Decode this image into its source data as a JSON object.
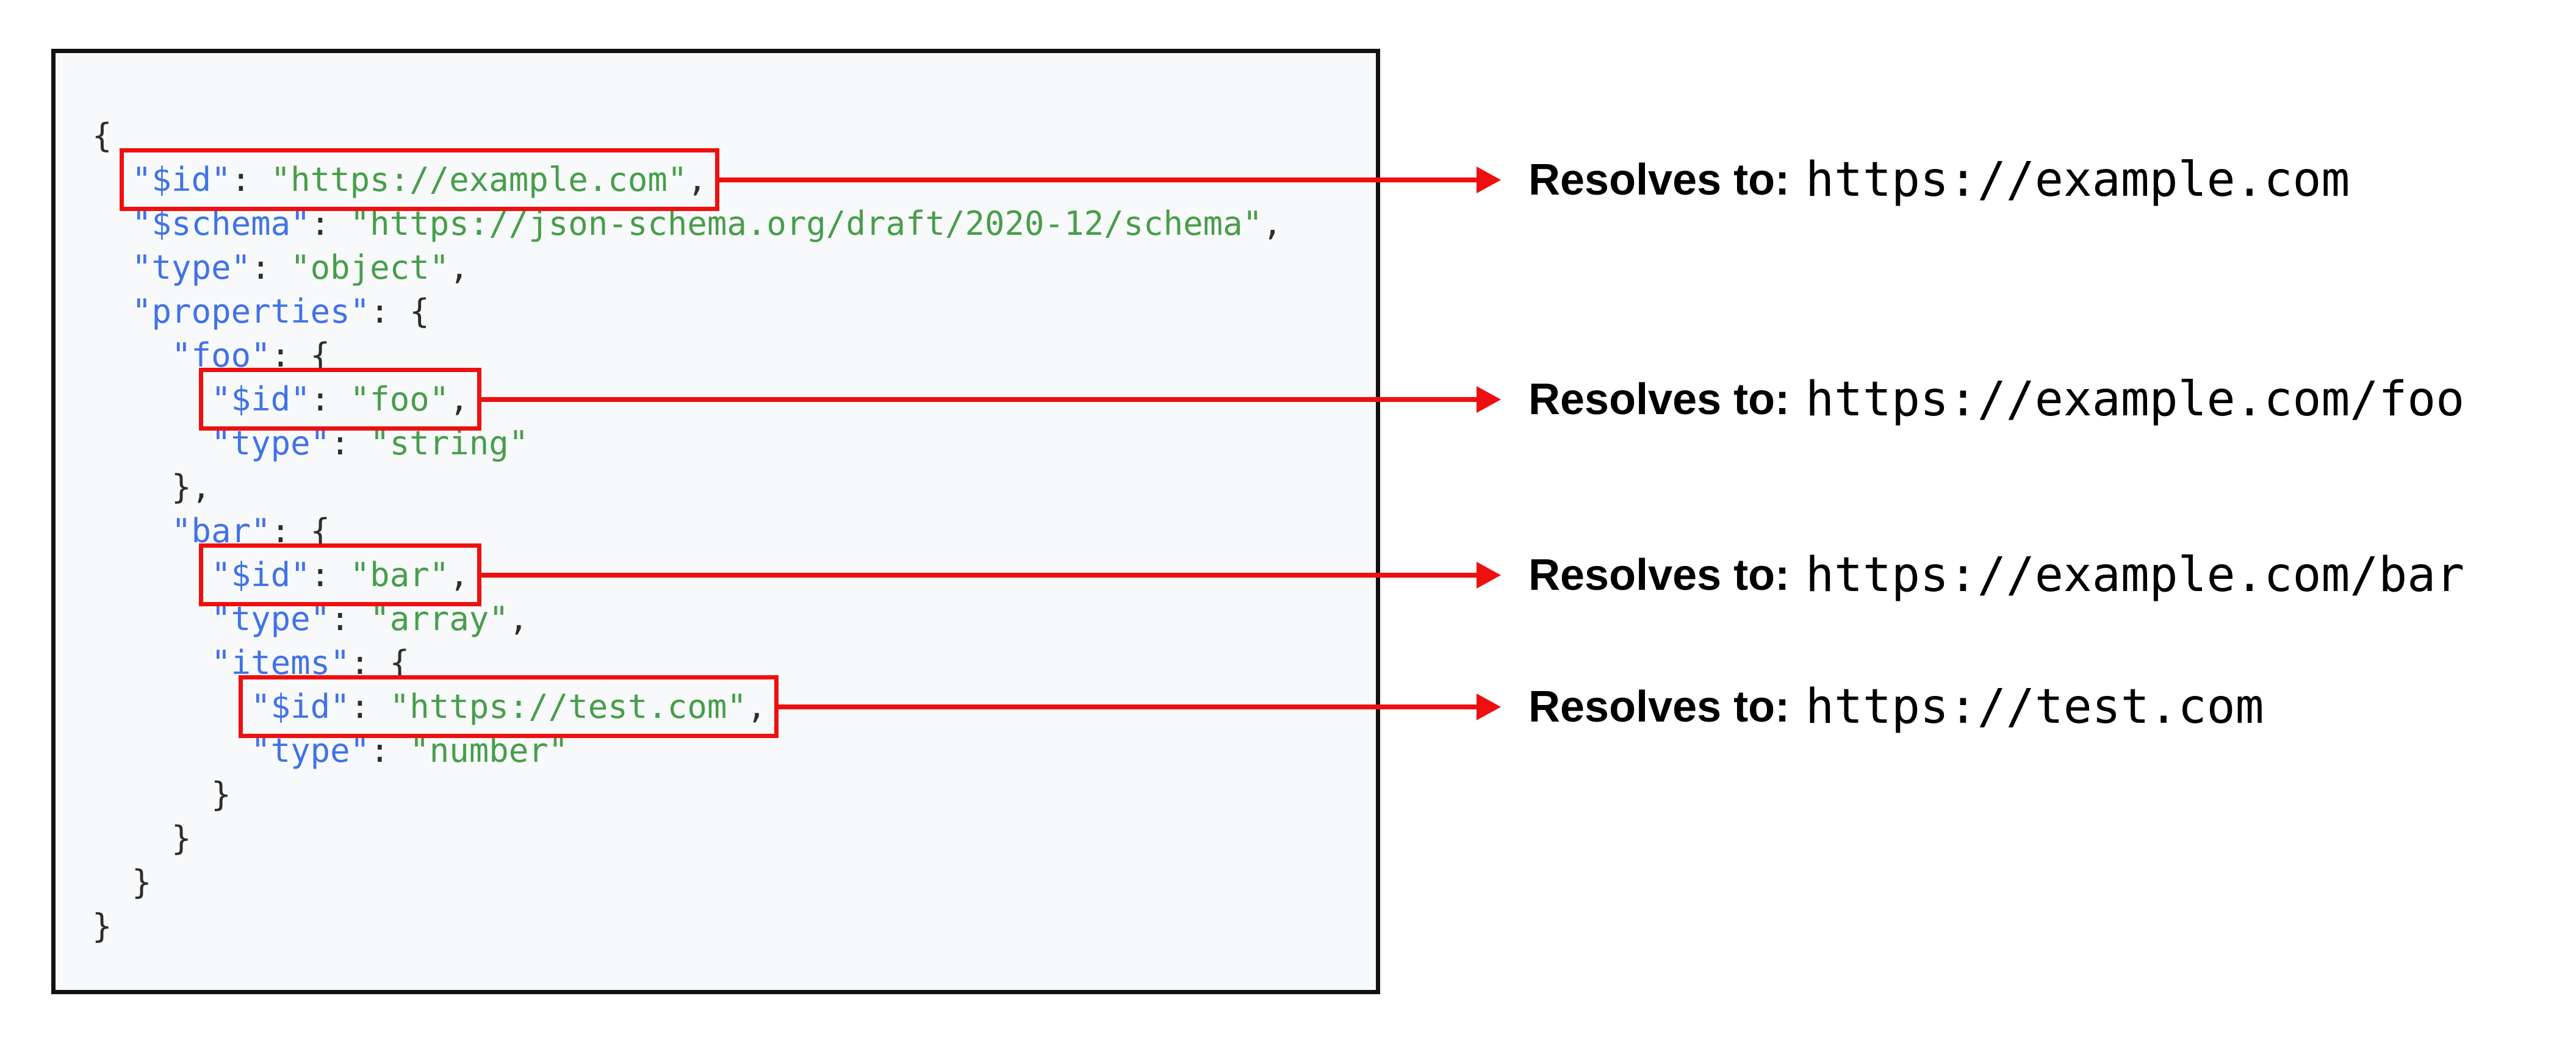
{
  "figure": {
    "description": "JSON Schema $id resolution figure",
    "code_language": "json",
    "colors": {
      "panel_bg": "#f8f9fa",
      "panel_border": "#111111",
      "key": "#4173e6",
      "string": "#479e4b",
      "punct": "#2d2d2d",
      "highlight_red": "#ee1010",
      "annotation_text": "#000000"
    },
    "code_lines": [
      {
        "indent": 0,
        "highlight": false,
        "tokens": [
          [
            "punct",
            "{"
          ]
        ]
      },
      {
        "indent": 1,
        "highlight": true,
        "tokens": [
          [
            "key",
            "\"$id\""
          ],
          [
            "punct",
            ": "
          ],
          [
            "string",
            "\"https://example.com\""
          ],
          [
            "punct",
            ","
          ]
        ]
      },
      {
        "indent": 1,
        "highlight": false,
        "tokens": [
          [
            "key",
            "\"$schema\""
          ],
          [
            "punct",
            ": "
          ],
          [
            "string",
            "\"https://json-schema.org/draft/2020-12/schema\""
          ],
          [
            "punct",
            ","
          ]
        ]
      },
      {
        "indent": 1,
        "highlight": false,
        "tokens": [
          [
            "key",
            "\"type\""
          ],
          [
            "punct",
            ": "
          ],
          [
            "string",
            "\"object\""
          ],
          [
            "punct",
            ","
          ]
        ]
      },
      {
        "indent": 1,
        "highlight": false,
        "tokens": [
          [
            "key",
            "\"properties\""
          ],
          [
            "punct",
            ": {"
          ]
        ]
      },
      {
        "indent": 2,
        "highlight": false,
        "tokens": [
          [
            "key",
            "\"foo\""
          ],
          [
            "punct",
            ": {"
          ]
        ]
      },
      {
        "indent": 3,
        "highlight": true,
        "tokens": [
          [
            "key",
            "\"$id\""
          ],
          [
            "punct",
            ": "
          ],
          [
            "string",
            "\"foo\""
          ],
          [
            "punct",
            ","
          ]
        ]
      },
      {
        "indent": 3,
        "highlight": false,
        "tokens": [
          [
            "key",
            "\"type\""
          ],
          [
            "punct",
            ": "
          ],
          [
            "string",
            "\"string\""
          ]
        ]
      },
      {
        "indent": 2,
        "highlight": false,
        "tokens": [
          [
            "punct",
            "},"
          ]
        ]
      },
      {
        "indent": 2,
        "highlight": false,
        "tokens": [
          [
            "key",
            "\"bar\""
          ],
          [
            "punct",
            ": {"
          ]
        ]
      },
      {
        "indent": 3,
        "highlight": true,
        "tokens": [
          [
            "key",
            "\"$id\""
          ],
          [
            "punct",
            ": "
          ],
          [
            "string",
            "\"bar\""
          ],
          [
            "punct",
            ","
          ]
        ]
      },
      {
        "indent": 3,
        "highlight": false,
        "tokens": [
          [
            "key",
            "\"type\""
          ],
          [
            "punct",
            ": "
          ],
          [
            "string",
            "\"array\""
          ],
          [
            "punct",
            ","
          ]
        ]
      },
      {
        "indent": 3,
        "highlight": false,
        "tokens": [
          [
            "key",
            "\"items\""
          ],
          [
            "punct",
            ": {"
          ]
        ]
      },
      {
        "indent": 4,
        "highlight": true,
        "tokens": [
          [
            "key",
            "\"$id\""
          ],
          [
            "punct",
            ": "
          ],
          [
            "string",
            "\"https://test.com\""
          ],
          [
            "punct",
            ","
          ]
        ]
      },
      {
        "indent": 4,
        "highlight": false,
        "tokens": [
          [
            "key",
            "\"type\""
          ],
          [
            "punct",
            ": "
          ],
          [
            "string",
            "\"number\""
          ]
        ]
      },
      {
        "indent": 3,
        "highlight": false,
        "tokens": [
          [
            "punct",
            "}"
          ]
        ]
      },
      {
        "indent": 2,
        "highlight": false,
        "tokens": [
          [
            "punct",
            "}"
          ]
        ]
      },
      {
        "indent": 1,
        "highlight": false,
        "tokens": [
          [
            "punct",
            "}"
          ]
        ]
      },
      {
        "indent": 0,
        "highlight": false,
        "tokens": [
          [
            "punct",
            "}"
          ]
        ]
      }
    ],
    "annotations": [
      {
        "label": "Resolves to:",
        "url": "https://example.com"
      },
      {
        "label": "Resolves to:",
        "url": "https://example.com/foo"
      },
      {
        "label": "Resolves to:",
        "url": "https://example.com/bar"
      },
      {
        "label": "Resolves to:",
        "url": "https://test.com"
      }
    ]
  }
}
